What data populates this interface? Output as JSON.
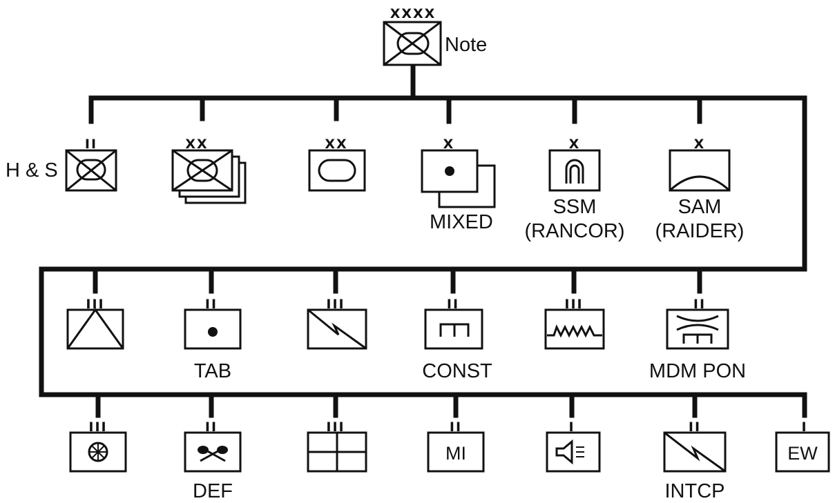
{
  "root": {
    "echelon": "XXXX",
    "label": "Note"
  },
  "row1": [
    {
      "echelon": "II",
      "label": "H & S"
    },
    {
      "echelon": "XX",
      "label": ""
    },
    {
      "echelon": "XX",
      "label": ""
    },
    {
      "echelon": "X",
      "label": "MIXED"
    },
    {
      "echelon": "X",
      "label": "SSM",
      "label2": "(RANCOR)"
    },
    {
      "echelon": "X",
      "label": "SAM",
      "label2": "(RAIDER)"
    }
  ],
  "row2": [
    {
      "echelon": "III",
      "label": ""
    },
    {
      "echelon": "II",
      "label": "TAB"
    },
    {
      "echelon": "III",
      "label": ""
    },
    {
      "echelon": "II",
      "label": "CONST"
    },
    {
      "echelon": "III",
      "label": ""
    },
    {
      "echelon": "II",
      "label": "MDM  PON"
    }
  ],
  "row3": [
    {
      "echelon": "III",
      "label": ""
    },
    {
      "echelon": "II",
      "label": "DEF"
    },
    {
      "echelon": "III",
      "label": ""
    },
    {
      "echelon": "II",
      "label": "",
      "inbox": "MI"
    },
    {
      "echelon": "I",
      "label": ""
    },
    {
      "echelon": "II",
      "label": "INTCP"
    },
    {
      "echelon": "I",
      "label": "",
      "inbox": "EW"
    }
  ]
}
